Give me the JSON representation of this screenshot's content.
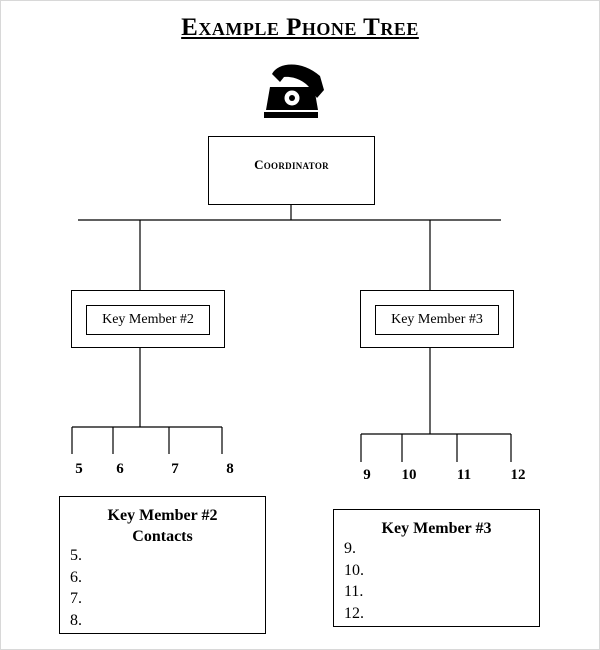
{
  "title": "Example Phone Tree",
  "icons": {
    "phone": "telephone-icon"
  },
  "coordinator": {
    "label": "Coordinator"
  },
  "key_members": [
    {
      "label": "Key Member #2"
    },
    {
      "label": "Key Member #3"
    }
  ],
  "contacts_left": {
    "numbers": [
      "5",
      "6",
      "7",
      "8"
    ]
  },
  "contacts_right": {
    "numbers": [
      "9",
      "10",
      "11",
      "12"
    ]
  },
  "box_left": {
    "title_line1": "Key Member #2",
    "title_line2": "Contacts",
    "items": [
      "5.",
      "6.",
      "7.",
      "8."
    ]
  },
  "box_right": {
    "title": "Key Member #3",
    "items": [
      "9.",
      "10.",
      "11.",
      "12."
    ]
  }
}
